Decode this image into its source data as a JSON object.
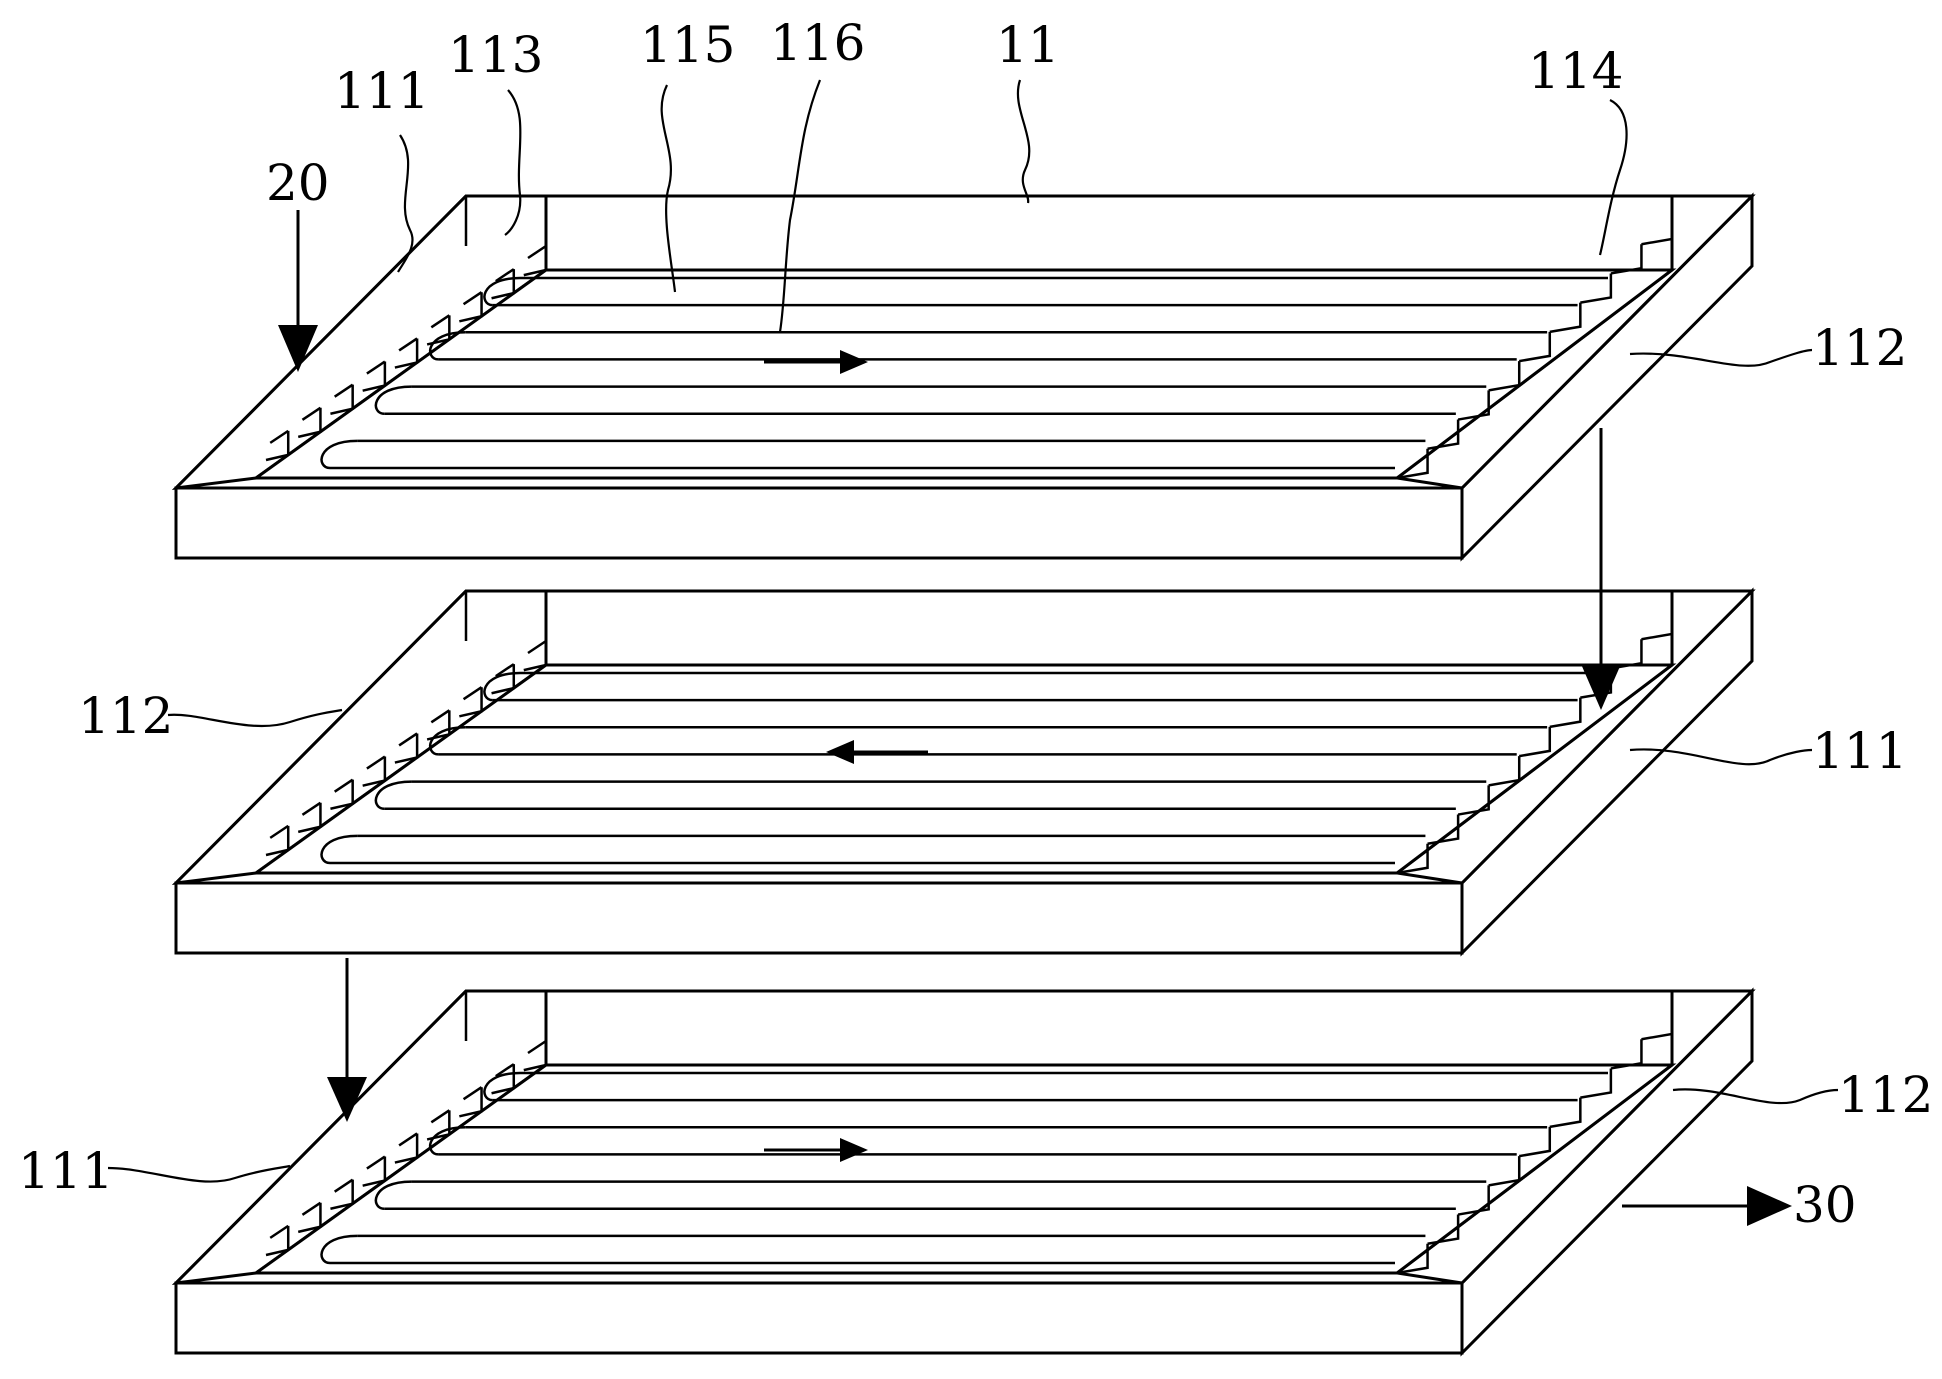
{
  "diagram": {
    "labels": {
      "label_20": "20",
      "label_111_top": "111",
      "label_113": "113",
      "label_115": "115",
      "label_116": "116",
      "label_11": "11",
      "label_114": "114",
      "label_112_top": "112",
      "label_112_mid": "112",
      "label_111_mid": "111",
      "label_111_bottom": "111",
      "label_112_bottom": "112",
      "label_30": "30"
    },
    "tray_count": 3,
    "flow_directions": [
      "right",
      "left",
      "right"
    ],
    "stroke_color": "#000000",
    "background_color": "#ffffff"
  }
}
